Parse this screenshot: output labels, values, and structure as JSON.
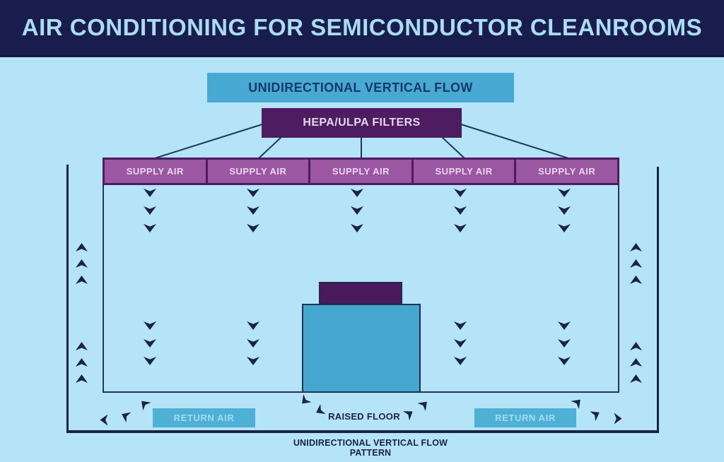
{
  "header": {
    "title": "AIR CONDITIONING FOR SEMICONDUCTOR CLEANROOMS"
  },
  "diagram": {
    "flow_banner": "UNIDIRECTIONAL VERTICAL FLOW",
    "filters_label": "HEPA/ULPA FILTERS",
    "supply_labels": [
      "SUPPLY AIR",
      "SUPPLY AIR",
      "SUPPLY AIR",
      "SUPPLY AIR",
      "SUPPLY AIR"
    ],
    "return_air_left": "RETURN AIR",
    "return_air_right": "RETURN AIR",
    "raised_floor_label": "RAISED FLOOR",
    "caption": "UNIDIRECTIONAL VERTICAL FLOW PATTERN"
  },
  "icons": {
    "down_arrow": "▼",
    "up_arrow": "▲",
    "flow_arrow": "➤"
  },
  "colors": {
    "header_bg": "#191d4d",
    "header_text": "#abdcf3",
    "background": "#b5e3f8",
    "banner_teal": "#48a9d2",
    "banner_text": "#16396b",
    "purple_dark": "#4e1c60",
    "purple_mid": "#9c57a2",
    "machine_teal": "#45a7cf",
    "return_teal": "#4fb0d6",
    "arrow_navy": "#1a2343"
  }
}
